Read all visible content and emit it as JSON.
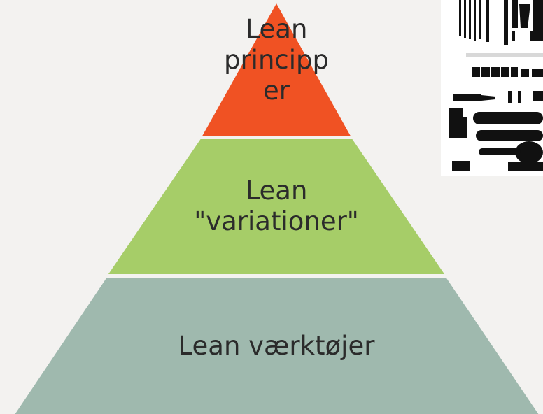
{
  "diagram": {
    "tiers": [
      {
        "label": "Lean\nprincipp\ner",
        "color": "#f05223"
      },
      {
        "label": "Lean\n\"variationer\"",
        "color": "#a6cd68"
      },
      {
        "label": "Lean værktøjer",
        "color": "#9fb9ae"
      }
    ],
    "image": {
      "icon": "tools-collection-image"
    }
  }
}
